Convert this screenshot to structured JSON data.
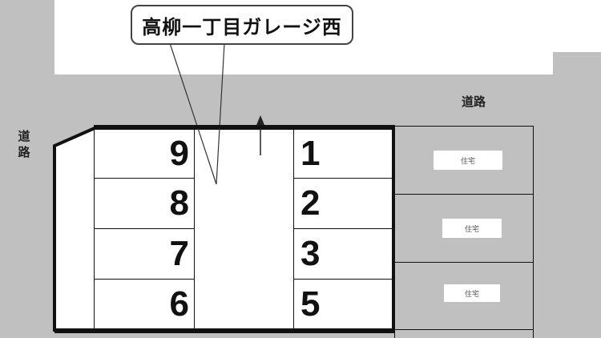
{
  "title": "高柳一丁目ガレージ西",
  "roads": {
    "left_label": "道路",
    "right_label": "道路"
  },
  "parking": {
    "left_column": [
      {
        "number": "9"
      },
      {
        "number": "8"
      },
      {
        "number": "7"
      },
      {
        "number": "6"
      }
    ],
    "right_column": [
      {
        "number": "1"
      },
      {
        "number": "2"
      },
      {
        "number": "3"
      },
      {
        "number": "5"
      }
    ],
    "entrance_arrow": "up-arrow"
  },
  "houses": [
    {
      "label": "住宅"
    },
    {
      "label": "住宅"
    },
    {
      "label": "住宅"
    }
  ],
  "colors": {
    "road": "#c0c0c0",
    "lot": "#ffffff",
    "outline": "#111111"
  }
}
